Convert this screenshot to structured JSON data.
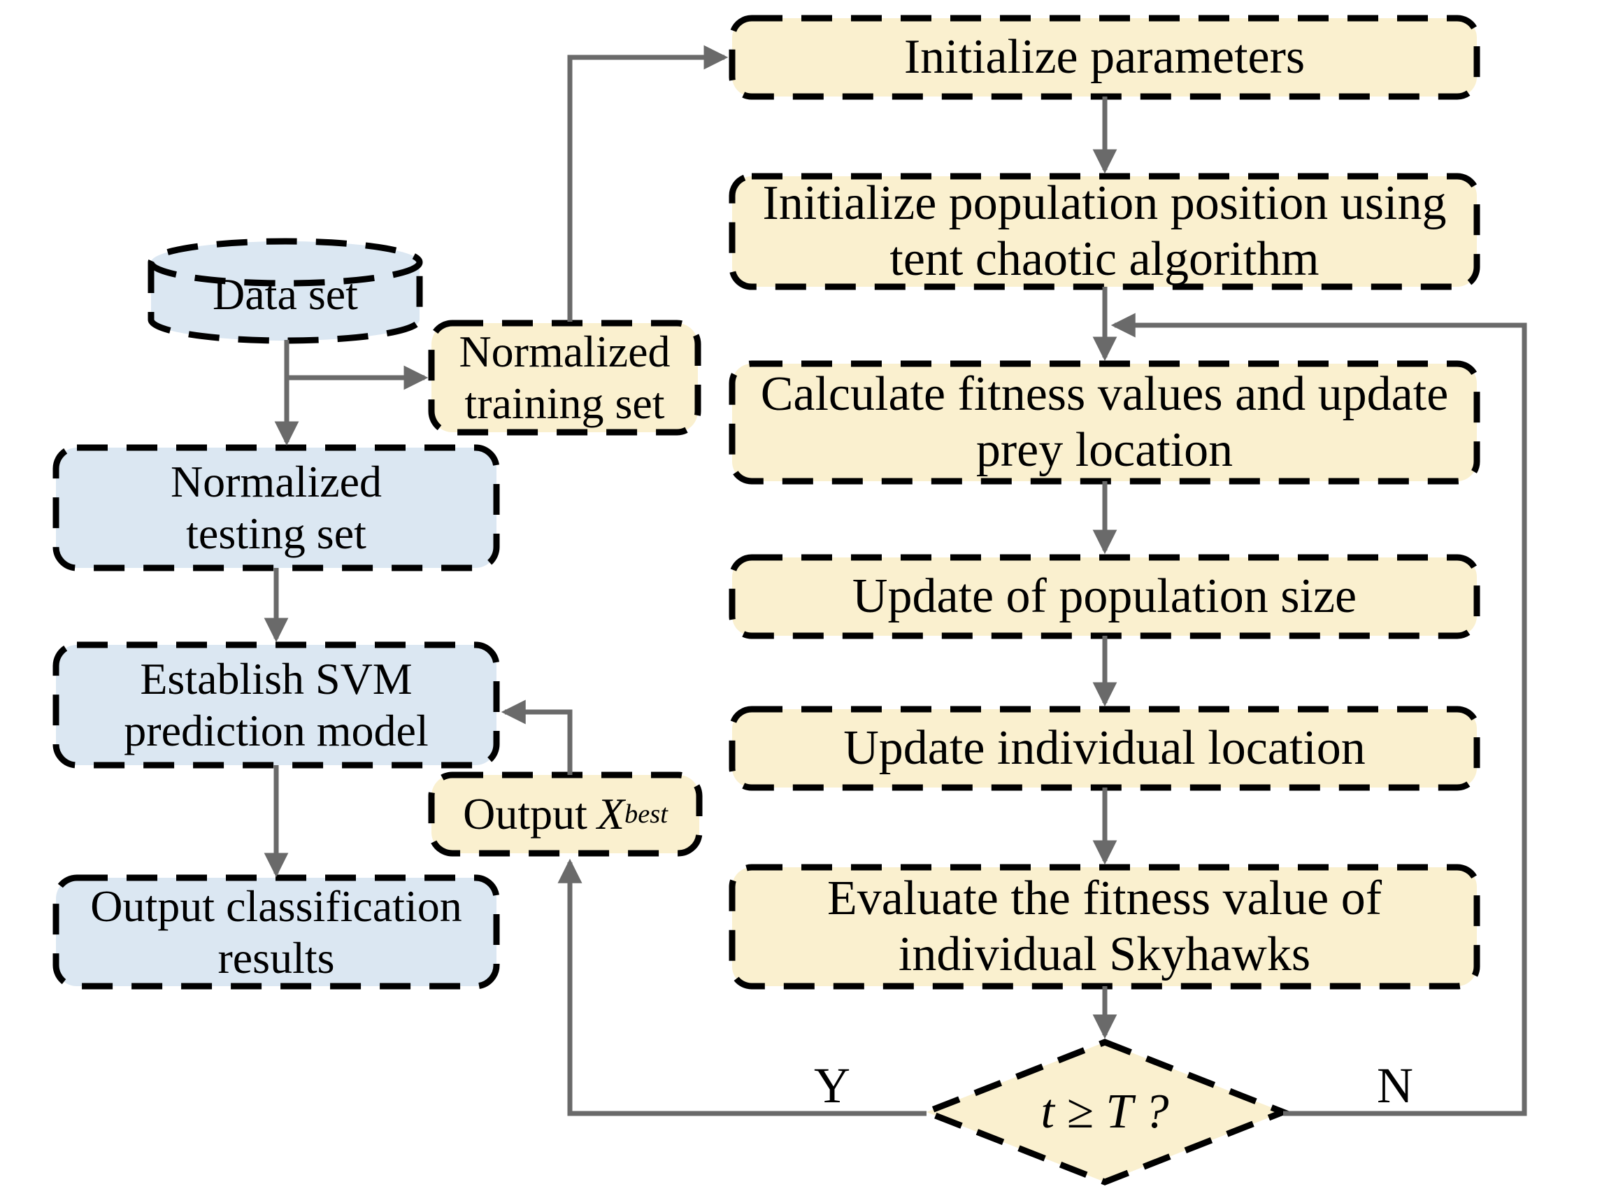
{
  "flowchart": {
    "colors": {
      "process_fill": "#FAF0CF",
      "data_fill": "#DBE7F2",
      "line_color": "#6A6A6A",
      "border_color": "#000000",
      "text_color": "#000000",
      "background": "#FFFFFF"
    },
    "nodes": {
      "data_set": {
        "label": "Data set"
      },
      "normalized_training_set": {
        "line1": "Normalized",
        "line2": "training set"
      },
      "normalized_testing_set": {
        "line1": "Normalized",
        "line2": "testing set"
      },
      "establish_svm_model": {
        "line1": "Establish SVM",
        "line2": "prediction model"
      },
      "output_classification_results": {
        "line1": "Output classification",
        "line2": "results"
      },
      "output_x_best": {
        "label": "Output",
        "variable": "X",
        "subscript": "best"
      },
      "initialize_parameters": {
        "label": "Initialize parameters"
      },
      "initialize_population": {
        "line1": "Initialize population position using",
        "line2": "tent chaotic algorithm"
      },
      "calculate_fitness": {
        "line1": "Calculate fitness values and update",
        "line2": "prey location"
      },
      "update_population_size": {
        "label": "Update of population size"
      },
      "update_individual_location": {
        "label": "Update individual location"
      },
      "evaluate_fitness": {
        "line1": "Evaluate the fitness value of",
        "line2": "individual Skyhawks"
      },
      "iteration_check": {
        "label": "t ≥ T ?"
      }
    },
    "branch_labels": {
      "yes": "Y",
      "no": "N"
    }
  }
}
